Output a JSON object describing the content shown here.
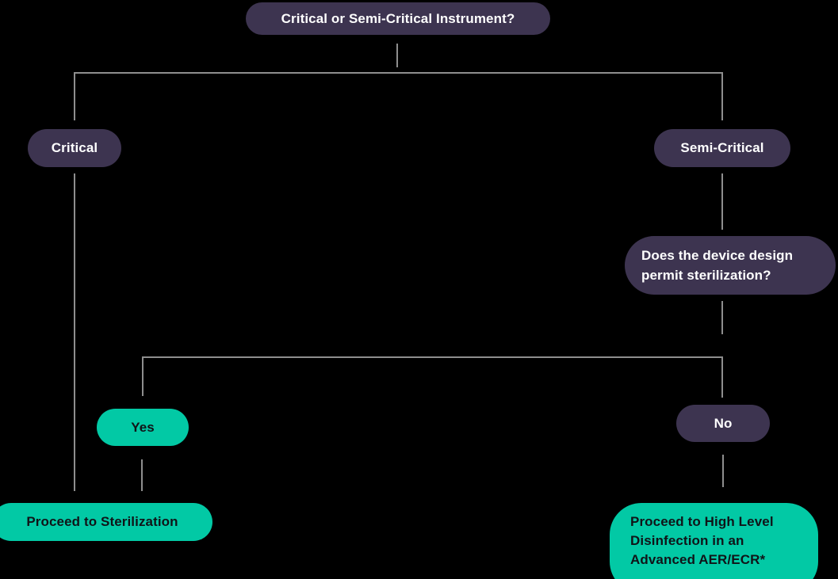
{
  "colors": {
    "background": "#000000",
    "node_dark": "#3d3450",
    "node_teal": "#02c9a5",
    "text_light": "#ffffff",
    "text_dark": "#101418",
    "line": "#8e8e8e"
  },
  "diagram": {
    "type": "decision-flowchart",
    "nodes": {
      "root": "Critical or Semi-Critical Instrument?",
      "critical": "Critical",
      "semi_critical": "Semi-Critical",
      "device_question": "Does the device design permit sterilization?",
      "yes": "Yes",
      "no": "No",
      "outcome_sterilization": "Proceed to Sterilization",
      "outcome_hld": "Proceed to High Level Disinfection in an Advanced AER/ECR*"
    },
    "edges": [
      {
        "from": "root",
        "to": "critical"
      },
      {
        "from": "root",
        "to": "semi_critical"
      },
      {
        "from": "semi_critical",
        "to": "device_question"
      },
      {
        "from": "device_question",
        "to": "yes"
      },
      {
        "from": "device_question",
        "to": "no"
      },
      {
        "from": "critical",
        "to": "outcome_sterilization"
      },
      {
        "from": "yes",
        "to": "outcome_sterilization"
      },
      {
        "from": "no",
        "to": "outcome_hld"
      }
    ]
  }
}
